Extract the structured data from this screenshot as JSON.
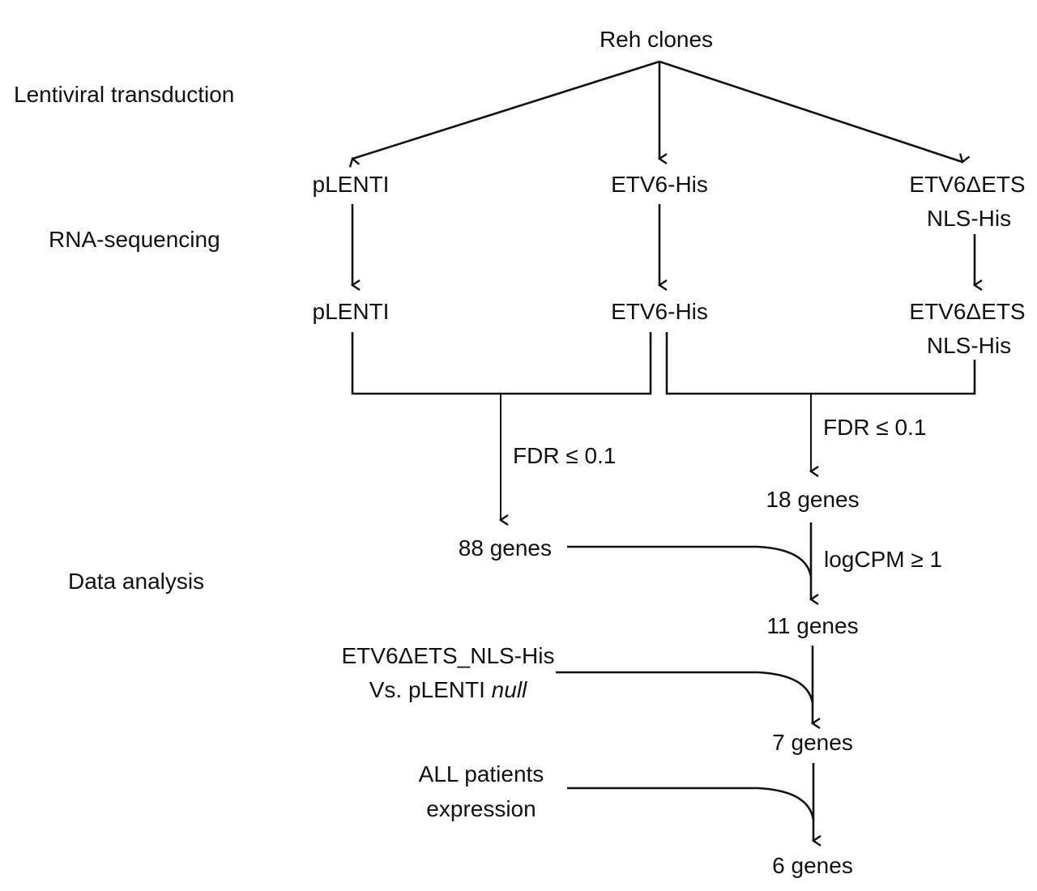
{
  "diagram": {
    "title": "Reh clones",
    "stages": {
      "transduction": "Lentiviral transduction",
      "sequencing": "RNA-sequencing",
      "analysis": "Data analysis"
    },
    "constructs": {
      "plenti": "pLENTI",
      "etv6_his": "ETV6-His",
      "etv6_dets_line1": "ETV6ΔETS",
      "etv6_dets_line2": "NLS-His"
    },
    "filters": {
      "fdr_left": "FDR ≤ 0.1",
      "fdr_right": "FDR ≤ 0.1",
      "logcpm": "logCPM ≥ 1"
    },
    "results": {
      "genes_88": "88 genes",
      "genes_18": "18 genes",
      "genes_11": "11 genes",
      "genes_7": "7 genes",
      "genes_6": "6 genes"
    },
    "side_inputs": {
      "comparison_line1": "ETV6ΔETS_NLS-His",
      "comparison_line2_prefix": "Vs. pLENTI ",
      "comparison_line2_italic": "null",
      "patients_line1": "ALL patients",
      "patients_line2": "expression"
    },
    "colors": {
      "line": "#111111",
      "background": "#ffffff"
    }
  }
}
